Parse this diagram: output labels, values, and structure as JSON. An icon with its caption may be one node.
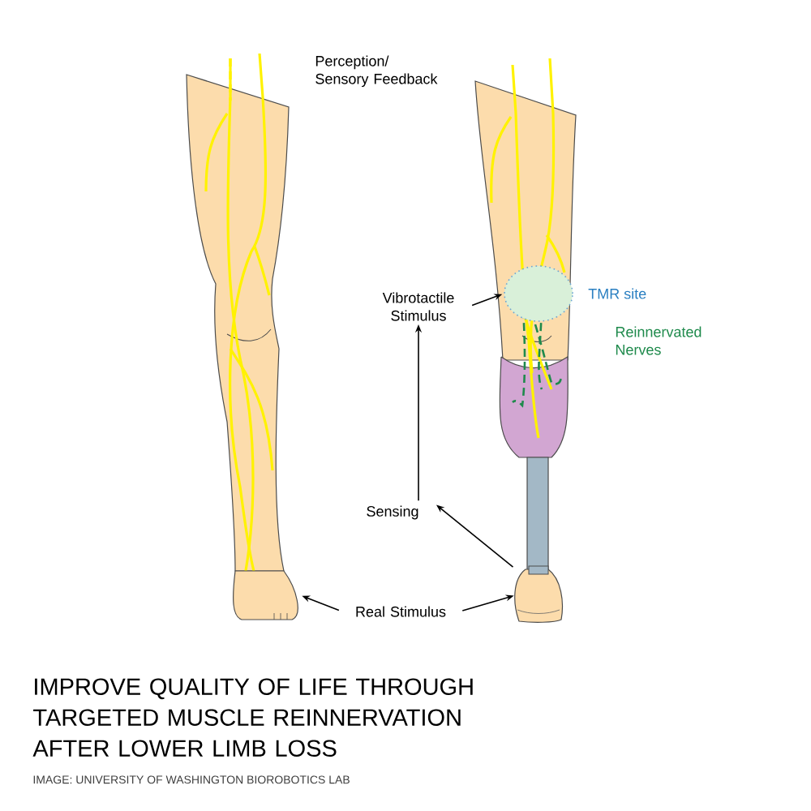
{
  "diagram": {
    "title": "IMPROVE QUALITY OF LIFE THROUGH TARGETED MUSCLE REINNERVATION AFTER LOWER LIMB LOSS",
    "caption": "IMAGE: UNIVERSITY OF WASHINGTON BIOROBOTICS LAB",
    "nodes": [
      {
        "text": [
          "Vibrotactile Stimulus"
        ]
      },
      {
        "text": [
          "Sensing"
        ]
      },
      {
        "text": [
          "Real Stimulus"
        ]
      },
      {
        "text": [],
        "shape": "circle",
        "beside": [
          "TMR site"
        ]
      },
      {
        "text": [],
        "shape": "picture"
      },
      {
        "text": [],
        "shape": "picture"
      }
    ],
    "edges": [
      {
        "from": 2,
        "to": 4,
        "arrow": "to"
      },
      {
        "from": 2,
        "to": 5,
        "arrow": "to"
      },
      {
        "from": 5,
        "to": 1,
        "arrow": "to"
      },
      {
        "from": 1,
        "to": 0,
        "arrow": "to"
      },
      {
        "from": 0,
        "to": 3,
        "arrow": "to"
      }
    ],
    "labels": [
      "Perception/ Sensory Feedback",
      "Reinnervated Nerves"
    ]
  }
}
